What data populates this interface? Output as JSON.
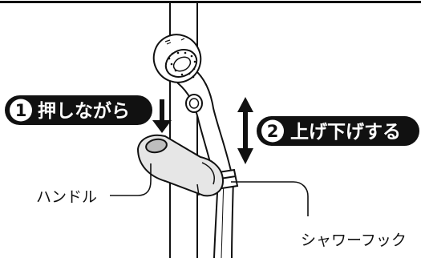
{
  "step1": {
    "number": "1",
    "text": "押しながら"
  },
  "step2": {
    "number": "2",
    "text": "上げ下げする"
  },
  "labels": {
    "handle": "ハンドル",
    "shower_hook": "シャワーフック"
  },
  "colors": {
    "line": "#111111",
    "pill": "#111111",
    "pill_text": "#ffffff",
    "holder_fill": "#e8e8e8"
  }
}
